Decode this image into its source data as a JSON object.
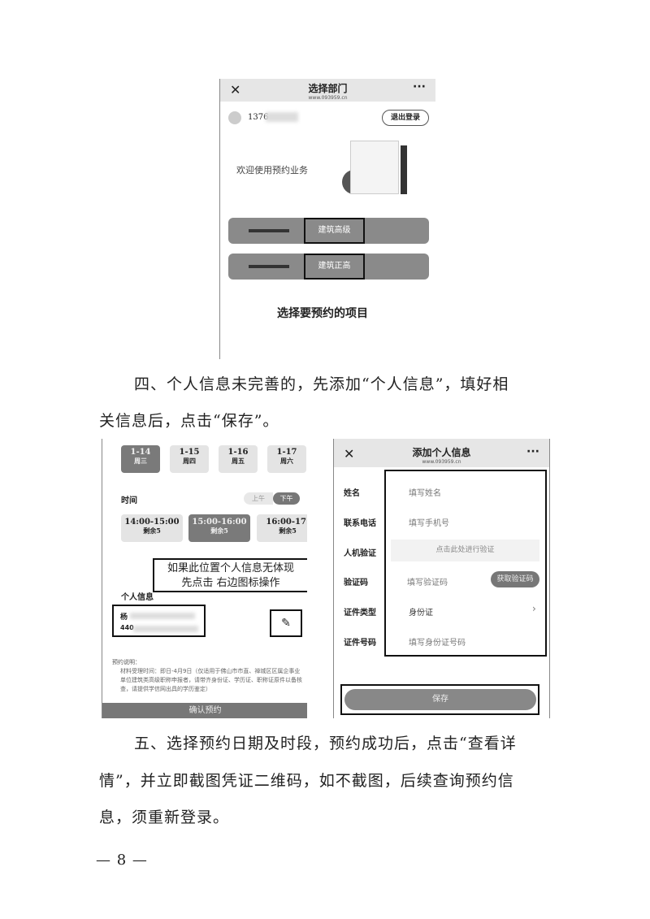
{
  "shot1": {
    "title": "选择部门",
    "url": "www.093959.cn",
    "phone": "1376",
    "logout": "退出登录",
    "welcome": "欢迎使用预约业务",
    "buttons": [
      "建筑高级",
      "建筑正高"
    ],
    "caption": "选择要预约的项目"
  },
  "para4": [
    "四、个人信息未完善的，先添加“个人信息”，填好相",
    "关信息后，点击“保存”。"
  ],
  "shot2": {
    "days": [
      {
        "date": "1-14",
        "weekday": "周三"
      },
      {
        "date": "1-15",
        "weekday": "周四"
      },
      {
        "date": "1-16",
        "weekday": "周五"
      },
      {
        "date": "1-17",
        "weekday": "周六"
      }
    ],
    "time_label": "时间",
    "am": "上午",
    "pm": "下午",
    "slots": [
      {
        "time": "14:00-15:00",
        "remain": "剩余5"
      },
      {
        "time": "15:00-16:00",
        "remain": "剩余5"
      },
      {
        "time": "16:00-17:",
        "remain": "剩余5"
      }
    ],
    "callout": [
      "如果此位置个人信息无体现",
      "先点击 右边图标操作"
    ],
    "personal_info_label": "个人信息",
    "name_partial": "杨",
    "id_partial": "440",
    "notes_title": "预约说明：",
    "notes": "材料受理时间：即日-4月9日（仅适用于佛山市市直、禅城区区属企事业单位建筑类高级职称申报者，请带齐身份证、学历证、职称证原件以备核查，请提供学信网出具的学历鉴定）",
    "confirm": "确认预约"
  },
  "shot3": {
    "title": "添加个人信息",
    "url": "www.093959.cn",
    "fields": [
      {
        "label": "姓名",
        "value": "填写姓名"
      },
      {
        "label": "联系电话",
        "value": "填写手机号"
      },
      {
        "label": "人机验证",
        "value": "点击此处进行验证"
      },
      {
        "label": "验证码",
        "value": "填写验证码"
      },
      {
        "label": "证件类型",
        "value": "身份证"
      },
      {
        "label": "证件号码",
        "value": "填写身份证号码"
      }
    ],
    "get_code": "获取验证码",
    "save": "保存"
  },
  "para5": [
    "五、选择预约日期及时段，预约成功后，点击“查看详",
    "情”，并立即截图凭证二维码，如不截图，后续查询预约信",
    "息，须重新登录。"
  ],
  "page_number": "— 8 —"
}
